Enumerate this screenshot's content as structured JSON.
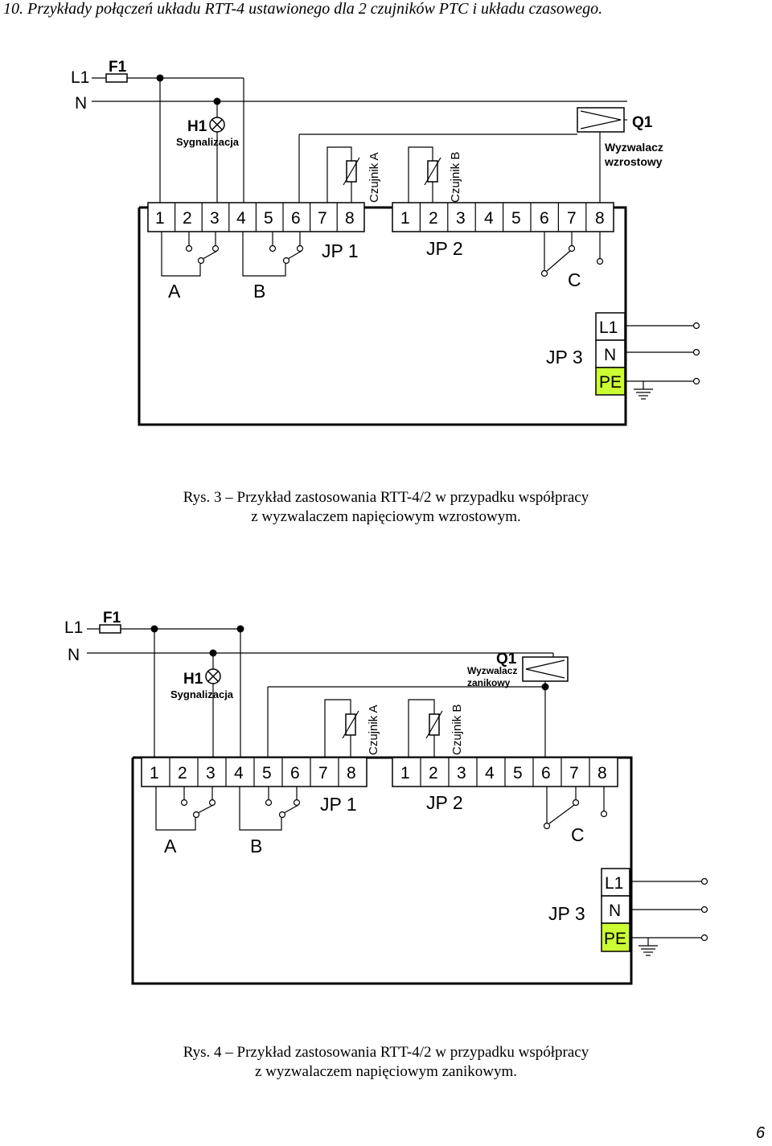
{
  "heading": "10. Przykłady połączeń układu RTT-4 ustawionego dla 2 czujników PTC i układu czasowego.",
  "diagram1": {
    "l1": "L1",
    "n": "N",
    "f1": "F1",
    "h1": "H1",
    "h1_sub": "Sygnalizacja",
    "q1": "Q1",
    "q1_sub1": "Wyzwalacz",
    "q1_sub2": "wzrostowy",
    "sensor_a": "Czujnik A",
    "sensor_b": "Czujnik B",
    "jp1_terminals": [
      "1",
      "2",
      "3",
      "4",
      "5",
      "6",
      "7",
      "8"
    ],
    "jp2_terminals": [
      "1",
      "2",
      "3",
      "4",
      "5",
      "6",
      "7",
      "8"
    ],
    "jp1": "JP 1",
    "jp2": "JP 2",
    "jp3": "JP 3",
    "relay_a": "A",
    "relay_b": "B",
    "relay_c": "C",
    "jp3_terminals": [
      "L1",
      "N",
      "PE"
    ]
  },
  "caption1": {
    "line1": "Rys. 3 – Przykład zastosowania RTT-4/2 w przypadku współpracy",
    "line2": "z wyzwalaczem napięciowym wzrostowym."
  },
  "diagram2": {
    "l1": "L1",
    "n": "N",
    "f1": "F1",
    "h1": "H1",
    "h1_sub": "Sygnalizacja",
    "q1": "Q1",
    "q1_sub1": "Wyzwalacz",
    "q1_sub2": "zanikowy",
    "sensor_a": "Czujnik A",
    "sensor_b": "Czujnik B",
    "jp1_terminals": [
      "1",
      "2",
      "3",
      "4",
      "5",
      "6",
      "7",
      "8"
    ],
    "jp2_terminals": [
      "1",
      "2",
      "3",
      "4",
      "5",
      "6",
      "7",
      "8"
    ],
    "jp1": "JP 1",
    "jp2": "JP 2",
    "jp3": "JP 3",
    "relay_a": "A",
    "relay_b": "B",
    "relay_c": "C",
    "jp3_terminals": [
      "L1",
      "N",
      "PE"
    ]
  },
  "caption2": {
    "line1": "Rys. 4 – Przykład zastosowania RTT-4/2 w przypadku współpracy",
    "line2": "z wyzwalaczem napięciowym zanikowym."
  },
  "page_number": "6",
  "colors": {
    "pe_terminal": "#ccff33",
    "line": "#000000"
  }
}
